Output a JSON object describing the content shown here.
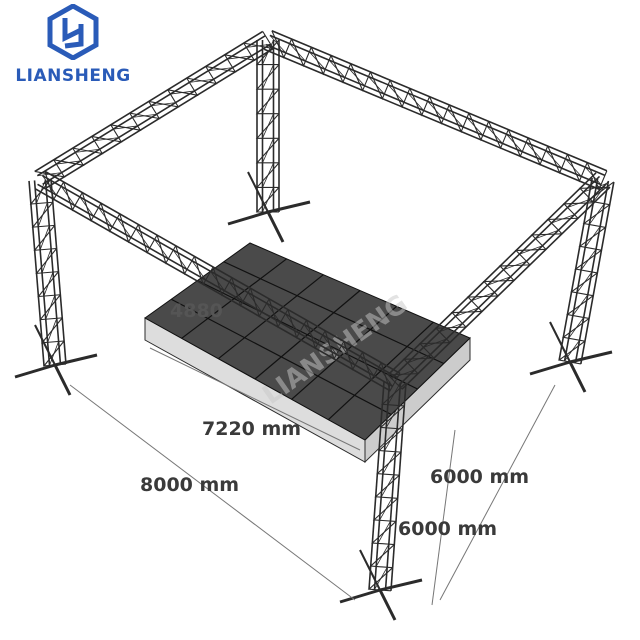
{
  "brand": {
    "name": "LIANSHENG",
    "color": "#2a5bb8"
  },
  "watermark": "LIANSHENG",
  "dimensions": {
    "stage_depth": "4880",
    "stage_width": "7220 mm",
    "truss_width": "8000 mm",
    "truss_height": "6000 mm",
    "truss_depth": "6000 mm"
  },
  "colors": {
    "truss": "#2b2b2b",
    "stage_deck": "#4a4a4a",
    "dimension_text": "#3a3a3a"
  }
}
